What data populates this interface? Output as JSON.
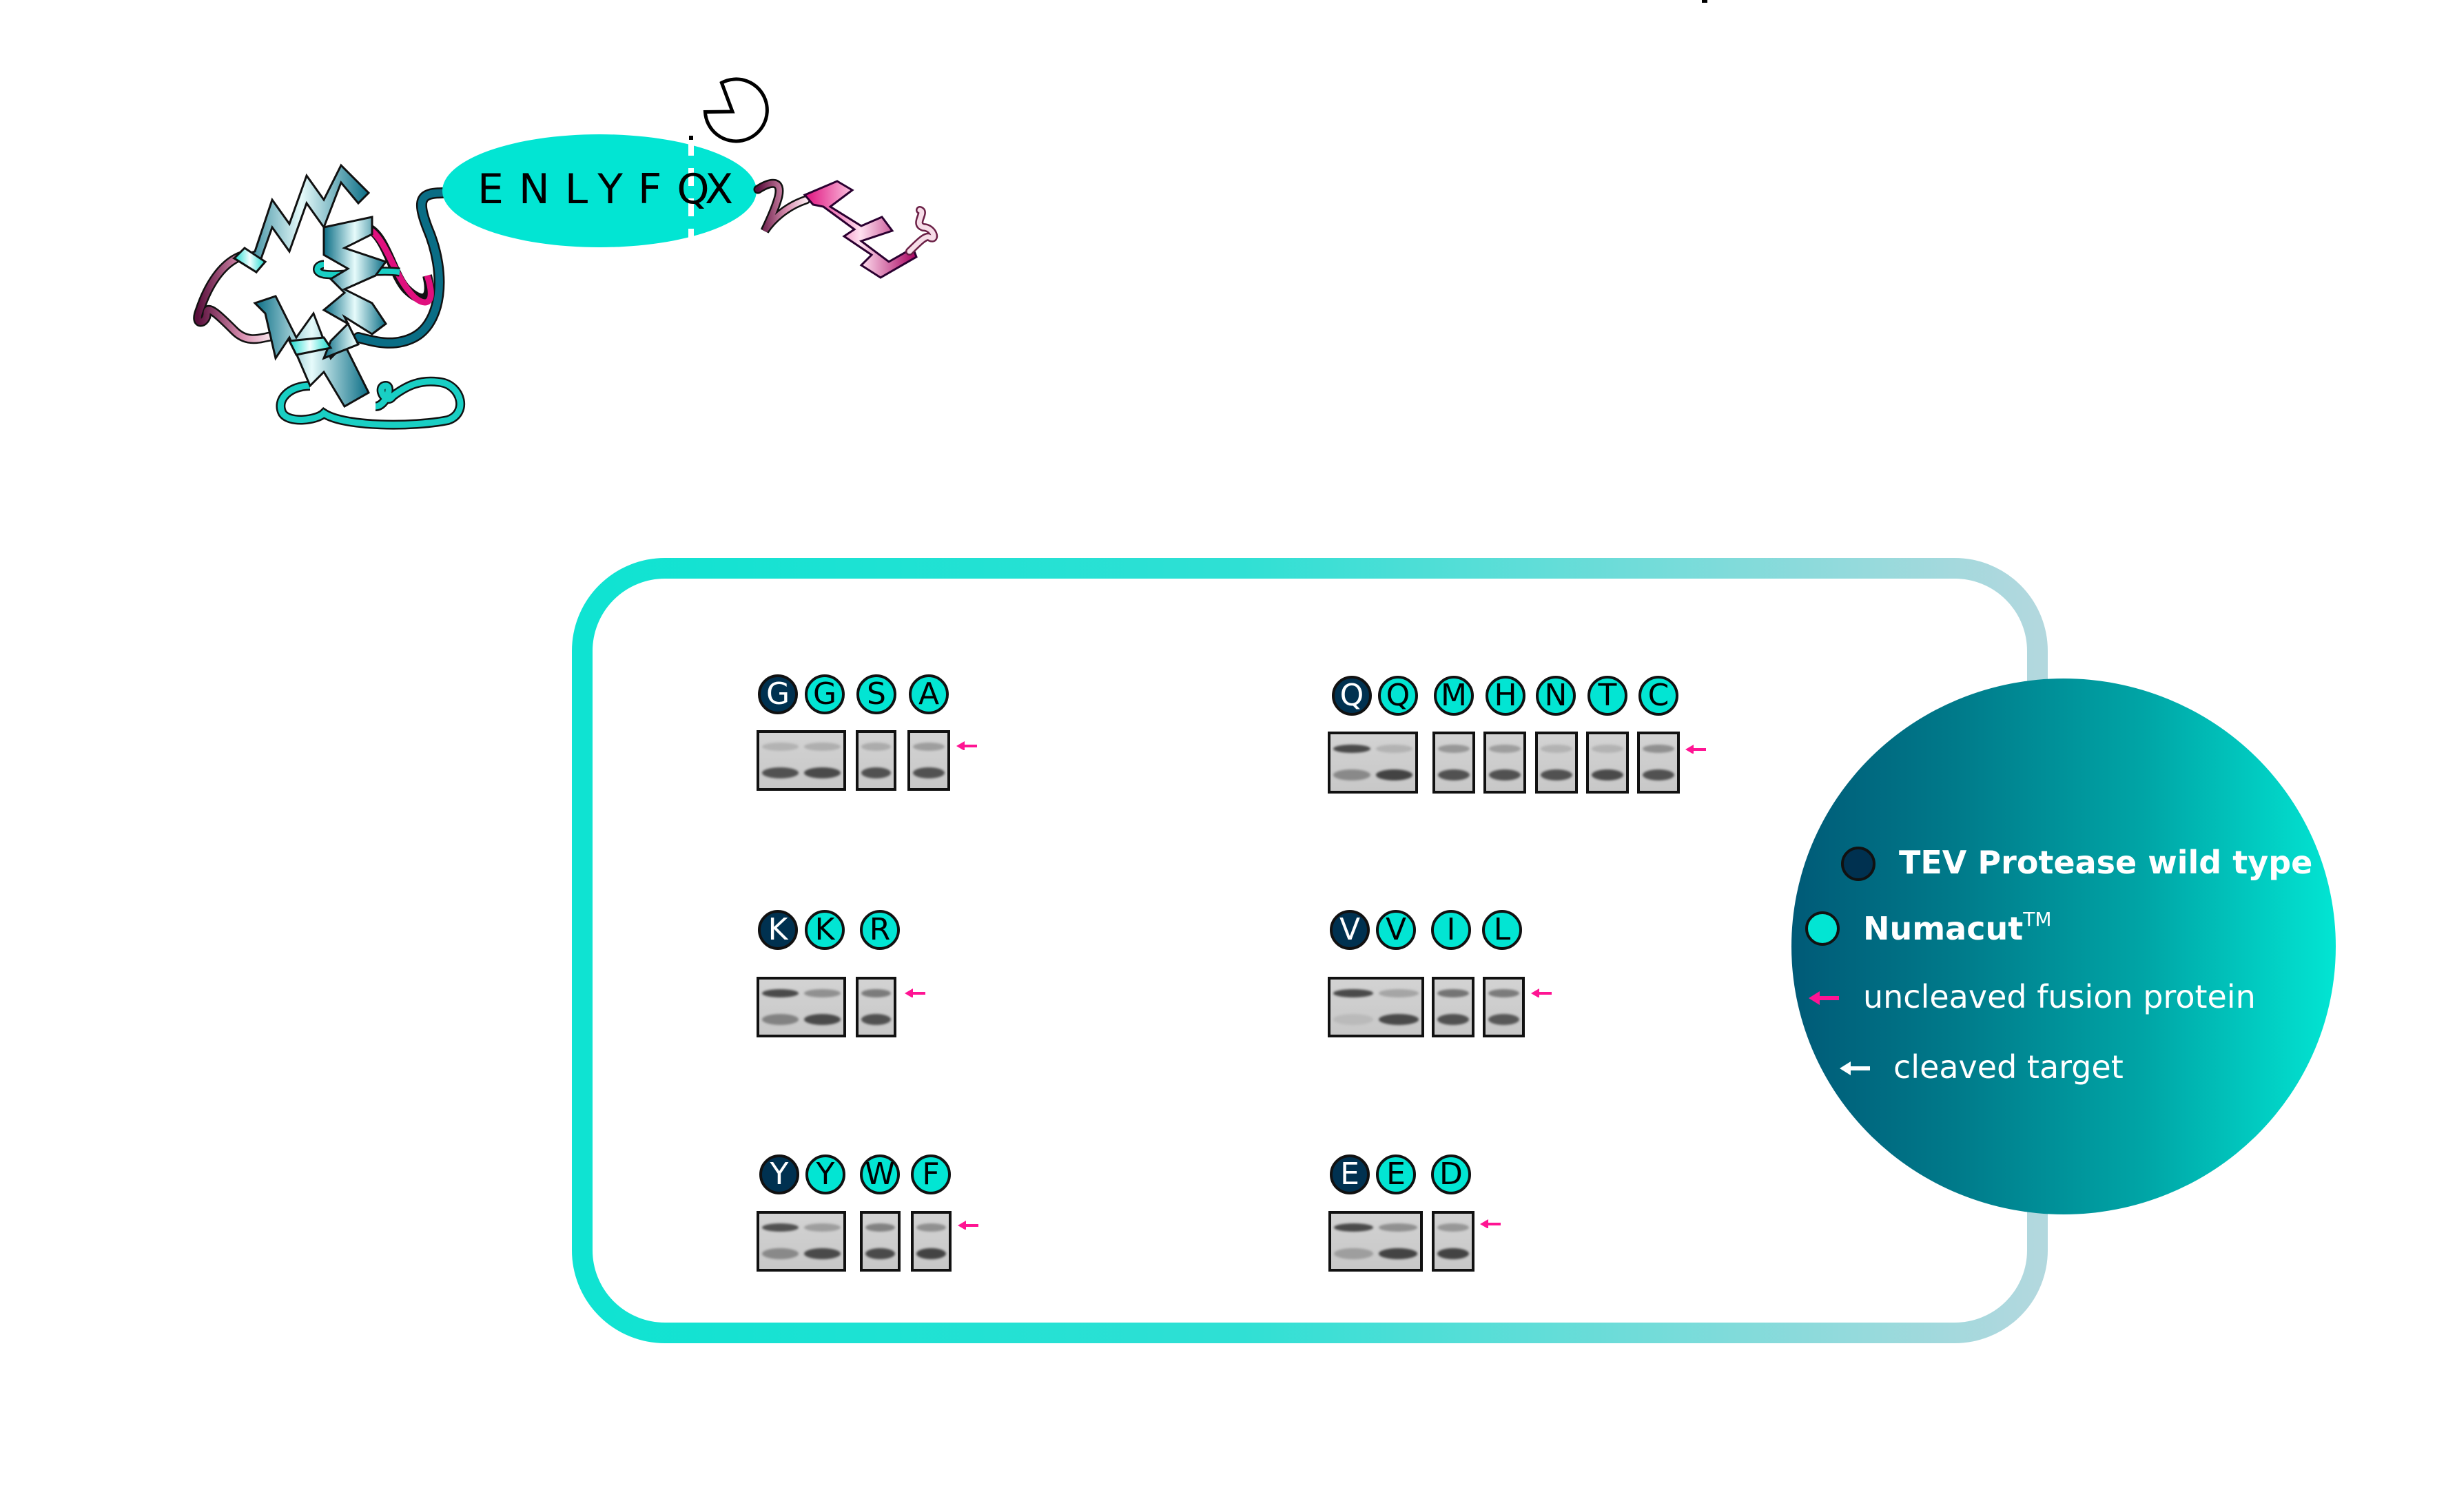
{
  "figure": {
    "cleavage_site": {
      "sequence": "ENLYFQ",
      "cut_residue": "X"
    },
    "colors": {
      "numacut": "#02e5d3",
      "wild_type": "#003150",
      "uncleaved_arrow": "#ff1493",
      "frame_start": "#0fe3d2",
      "frame_end": "#b2d8de",
      "legend_start": "#005a77",
      "legend_end": "#02e5d3"
    },
    "gel_groups": [
      {
        "id": "G-S-A",
        "labels": [
          {
            "letter": "G",
            "enzyme": "wild_type"
          },
          {
            "letter": "G",
            "enzyme": "numacut"
          },
          {
            "letter": "S",
            "enzyme": "numacut"
          },
          {
            "letter": "A",
            "enzyme": "numacut"
          }
        ]
      },
      {
        "id": "Q-M-H-N-T-C",
        "labels": [
          {
            "letter": "Q",
            "enzyme": "wild_type"
          },
          {
            "letter": "Q",
            "enzyme": "numacut"
          },
          {
            "letter": "M",
            "enzyme": "numacut"
          },
          {
            "letter": "H",
            "enzyme": "numacut"
          },
          {
            "letter": "N",
            "enzyme": "numacut"
          },
          {
            "letter": "T",
            "enzyme": "numacut"
          },
          {
            "letter": "C",
            "enzyme": "numacut"
          }
        ]
      },
      {
        "id": "K-R",
        "labels": [
          {
            "letter": "K",
            "enzyme": "wild_type"
          },
          {
            "letter": "K",
            "enzyme": "numacut"
          },
          {
            "letter": "R",
            "enzyme": "numacut"
          }
        ]
      },
      {
        "id": "V-I-L",
        "labels": [
          {
            "letter": "V",
            "enzyme": "wild_type"
          },
          {
            "letter": "V",
            "enzyme": "numacut"
          },
          {
            "letter": "I",
            "enzyme": "numacut"
          },
          {
            "letter": "L",
            "enzyme": "numacut"
          }
        ]
      },
      {
        "id": "Y-W-F",
        "labels": [
          {
            "letter": "Y",
            "enzyme": "wild_type"
          },
          {
            "letter": "Y",
            "enzyme": "numacut"
          },
          {
            "letter": "W",
            "enzyme": "numacut"
          },
          {
            "letter": "F",
            "enzyme": "numacut"
          }
        ]
      },
      {
        "id": "E-D",
        "labels": [
          {
            "letter": "E",
            "enzyme": "wild_type"
          },
          {
            "letter": "E",
            "enzyme": "numacut"
          },
          {
            "letter": "D",
            "enzyme": "numacut"
          }
        ]
      }
    ],
    "legend": {
      "items": [
        {
          "icon": "dark-circle-icon",
          "label": "TEV Protease wild type"
        },
        {
          "icon": "cyan-circle-icon",
          "label": "Numacut",
          "superscript": "TM"
        },
        {
          "icon": "pink-arrow-icon",
          "label": "uncleaved fusion protein"
        },
        {
          "icon": "white-arrow-icon",
          "label": "cleaved target"
        }
      ]
    }
  }
}
